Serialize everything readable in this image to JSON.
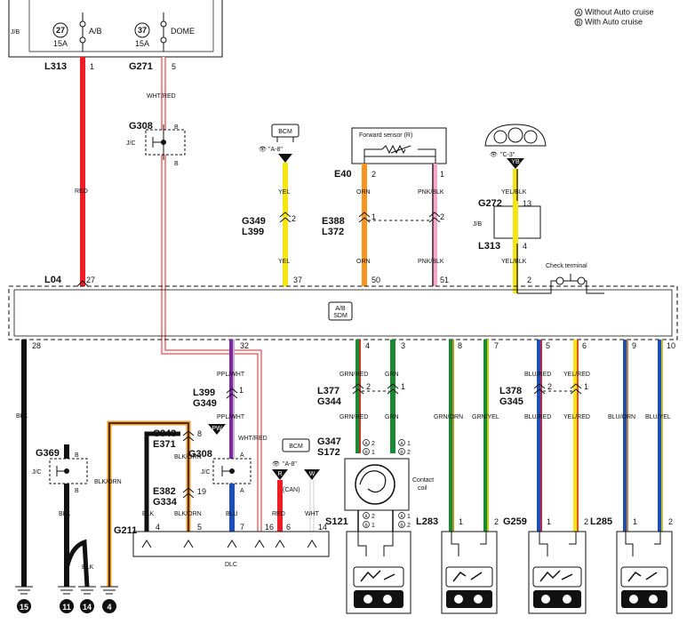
{
  "legend": {
    "a_without": "Without Auto cruise",
    "b_with": "With Auto cruise",
    "a": "A",
    "b": "B"
  },
  "jb_label": "J/B",
  "fuses": [
    {
      "num": "27",
      "name": "A/B",
      "amp": "15A"
    },
    {
      "num": "37",
      "name": "DOME",
      "amp": "15A"
    }
  ],
  "conn": {
    "l313_top": "L313",
    "l313_top_pin": "1",
    "g271": "G271",
    "g271_pin": "5",
    "g308_top": "G308",
    "g308_top_b1": "B",
    "g308_top_b2": "B",
    "jc": "J/C",
    "l04": "L04",
    "l04_pin": "27",
    "e40": "E40",
    "e40_pin2": "2",
    "e40_pin1": "1",
    "e388": "E388",
    "l372": "L372",
    "e388_p1": "1",
    "e388_p2": "2",
    "g349_top": "G349",
    "l399_top": "L399",
    "g349_pin": "2",
    "g272": "G272",
    "g272_pin": "13",
    "jb2": "J/B",
    "l313_mid": "L313",
    "l313_mid_pin": "4",
    "l399": "L399",
    "g349": "G349",
    "l399_pin": "1",
    "l377": "L377",
    "g344": "G344",
    "l377_p2": "2",
    "l377_p1": "1",
    "l378": "L378",
    "g345": "G345",
    "l378_p2": "2",
    "l378_p1": "1",
    "c343": "C343",
    "e371": "E371",
    "c343_pin": "8",
    "g347": "G347",
    "s172": "S172",
    "g308_bot": "G308",
    "g308_bot_a1": "A",
    "g308_bot_a2": "A",
    "e382": "E382",
    "g334": "G334",
    "e382_pin": "19",
    "g369": "G369",
    "g369_b1": "B",
    "g369_b2": "B",
    "g211": "G211",
    "s121": "S121",
    "l283": "L283",
    "g259": "G259",
    "l285": "L285",
    "pin_a1": "1",
    "pin_a2": "2",
    "mark_a": "A",
    "mark_b": "B"
  },
  "ref": {
    "bcm1": "\"A-8\"",
    "bcm2": "\"A-8\"",
    "meter": "\"C-3\"",
    "yb": "YB"
  },
  "labels": {
    "forward_sensor": "Forward sensor (R)",
    "check_terminal": "Check terminal",
    "bcm": "BCM",
    "ab_sdm_1": "A/B",
    "ab_sdm_2": "SDM",
    "contact_coil_1": "Contact",
    "contact_coil_2": "coil",
    "dlc": "DLC",
    "can": "(CAN)",
    "pw": "PW",
    "r": "R",
    "w": "W"
  },
  "wires": {
    "red": "RED",
    "wht_red": "WHT/RED",
    "wht_red2": "WHT/RED",
    "yel1": "YEL",
    "yel2": "YEL",
    "orn1": "ORN",
    "orn2": "ORN",
    "pnk1": "PNK/BLK",
    "pnk2": "PNK/BLK",
    "ylb1": "YEL/BLK",
    "ylb2": "YEL/BLK",
    "blk1": "BLK",
    "blk2": "BLK",
    "blk3": "BLK",
    "blk4": "BLK",
    "blk_orn1": "BLK/ORN",
    "blk_orn2": "BLK/ORN",
    "blk_orn3": "BLK/ORN",
    "ppl1": "PPL/WHT",
    "ppl2": "PPL/WHT",
    "blu": "BLU",
    "red2": "RED",
    "wht": "WHT",
    "gr1": "GRN/RED",
    "gr2": "GRN/RED",
    "grn1": "GRN",
    "grn2": "GRN",
    "gorn": "GRN/ORN",
    "gyel": "GRN/YEL",
    "br1": "BLU/RED",
    "br2": "BLU/RED",
    "yr1": "YEL/RED",
    "yr2": "YEL/RED",
    "borg": "BLU/ORN",
    "byel": "BLU/YEL"
  },
  "pins": {
    "p37": "37",
    "p50": "50",
    "p51": "51",
    "p2": "2",
    "p28": "28",
    "p32": "32",
    "p4": "4",
    "p3": "3",
    "p8": "8",
    "p7": "7",
    "p5": "5",
    "p6": "6",
    "p9": "9",
    "p10": "10",
    "d4": "4",
    "d5": "5",
    "d7": "7",
    "d16": "16",
    "d6": "6",
    "d14": "14",
    "a2": "2",
    "b1": "1",
    "a1": "1",
    "b2": "2"
  },
  "grounds": [
    "15",
    "11",
    "14",
    "4"
  ],
  "colors": {
    "red": "#ee1c24",
    "yellow": "#f5e613",
    "orange": "#f7941d",
    "pink": "#f4a9c8",
    "green": "#1a8a32",
    "blue": "#1f4fb4",
    "purple": "#7a2a9a",
    "black": "#111111"
  }
}
